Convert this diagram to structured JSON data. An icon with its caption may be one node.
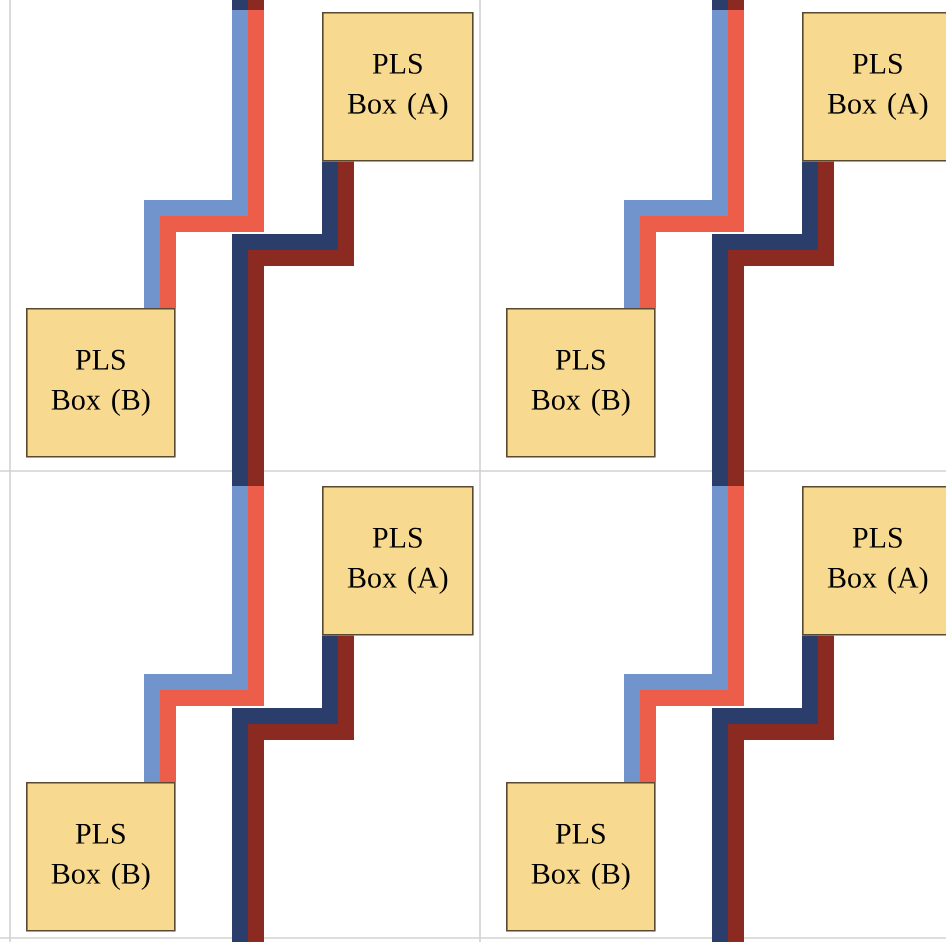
{
  "diagram": {
    "nodes": [
      {
        "text": [
          "PLS Box (A)"
        ]
      },
      {
        "text": [
          "PLS Box (B)"
        ]
      },
      {
        "text": [
          "PLS Box (A)"
        ]
      },
      {
        "text": [
          "PLS Box (B)"
        ]
      },
      {
        "text": [
          "PLS Box (A)"
        ]
      },
      {
        "text": [
          "PLS Box (B)"
        ]
      },
      {
        "text": [
          "PLS Box (A)"
        ]
      },
      {
        "text": [
          "PLS Box (B)"
        ]
      }
    ],
    "edges": [
      {
        "from": 1,
        "to": null,
        "arrow": "none",
        "color": "#7194cc"
      },
      {
        "from": 1,
        "to": null,
        "arrow": "none",
        "color": "#ec5e4a"
      },
      {
        "from": 0,
        "to": null,
        "arrow": "none",
        "color": "#2b3e6b"
      },
      {
        "from": 0,
        "to": null,
        "arrow": "none",
        "color": "#8a2a20"
      },
      {
        "from": 3,
        "to": null,
        "arrow": "none",
        "color": "#7194cc"
      },
      {
        "from": 3,
        "to": null,
        "arrow": "none",
        "color": "#ec5e4a"
      },
      {
        "from": 2,
        "to": null,
        "arrow": "none",
        "color": "#2b3e6b"
      },
      {
        "from": 2,
        "to": null,
        "arrow": "none",
        "color": "#8a2a20"
      },
      {
        "from": 5,
        "to": null,
        "arrow": "none",
        "color": "#7194cc"
      },
      {
        "from": 5,
        "to": null,
        "arrow": "none",
        "color": "#ec5e4a"
      },
      {
        "from": 4,
        "to": null,
        "arrow": "none",
        "color": "#2b3e6b"
      },
      {
        "from": 4,
        "to": null,
        "arrow": "none",
        "color": "#8a2a20"
      },
      {
        "from": 7,
        "to": null,
        "arrow": "none",
        "color": "#7194cc"
      },
      {
        "from": 7,
        "to": null,
        "arrow": "none",
        "color": "#ec5e4a"
      },
      {
        "from": 6,
        "to": null,
        "arrow": "none",
        "color": "#2b3e6b"
      },
      {
        "from": 6,
        "to": null,
        "arrow": "none",
        "color": "#8a2a20"
      }
    ]
  }
}
